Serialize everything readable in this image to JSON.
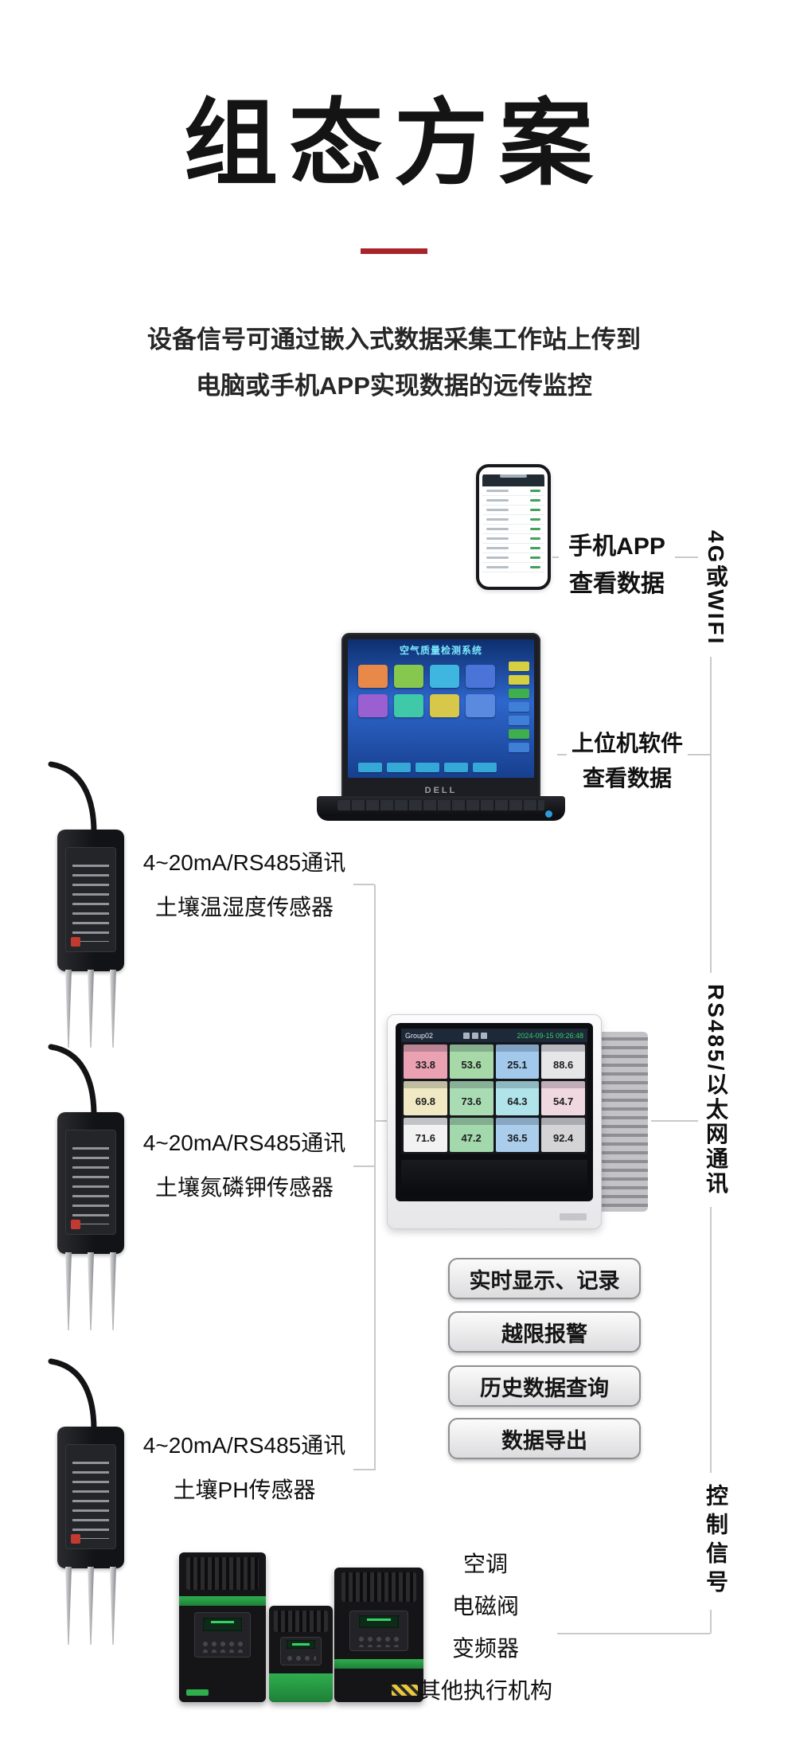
{
  "header": {
    "title": "组态方案",
    "divider_color": "#a8242b",
    "description": [
      "设备信号可通过嵌入式数据采集工作站上传到",
      "电脑或手机APP实现数据的远传监控"
    ]
  },
  "rail": {
    "segments": [
      "4G或WIFI",
      "RS485/以太网通讯",
      "控制信号"
    ]
  },
  "phone": {
    "caption": [
      "手机APP",
      "查看数据"
    ]
  },
  "laptop": {
    "screen_title": "空气质量检测系统",
    "brand": "DELL",
    "caption": [
      "上位机软件",
      "查看数据"
    ],
    "tiles": [
      "#e8894a",
      "#86c84e",
      "#3fb6df",
      "#4a74d8",
      "#9a5fd0",
      "#3fc9a8",
      "#d8c84a",
      "#5a8ae0"
    ],
    "side_buttons": [
      "#d6cf3f",
      "#d6cf3f",
      "#3fae4c",
      "#3f7fd6",
      "#3f7fd6",
      "#3fae4c",
      "#3f7fd6"
    ],
    "bottom_buttons": [
      "#35a8d8",
      "#35a8d8",
      "#35a8d8",
      "#35a8d8",
      "#35a8d8"
    ]
  },
  "sensors": [
    {
      "comm": "4~20mA/RS485通讯",
      "name": "土壤温湿度传感器"
    },
    {
      "comm": "4~20mA/RS485通讯",
      "name": "土壤氮磷钾传感器"
    },
    {
      "comm": "4~20mA/RS485通讯",
      "name": "土壤PH传感器"
    }
  ],
  "recorder": {
    "group": "Group02",
    "datetime": "2024-09-15 09:26:48",
    "tiles": [
      {
        "value": "33.8",
        "color": "#eaa2b2"
      },
      {
        "value": "53.6",
        "color": "#a6d8a8"
      },
      {
        "value": "25.1",
        "color": "#a2c8ec"
      },
      {
        "value": "88.6",
        "color": "#e6e6e8"
      },
      {
        "value": "69.8",
        "color": "#f0e9c4"
      },
      {
        "value": "73.6",
        "color": "#aadcb4"
      },
      {
        "value": "64.3",
        "color": "#b0e4ea"
      },
      {
        "value": "54.7",
        "color": "#f0d8e0"
      },
      {
        "value": "71.6",
        "color": "#f2f2f2"
      },
      {
        "value": "47.2",
        "color": "#a2d8ac"
      },
      {
        "value": "36.5",
        "color": "#aacdec"
      },
      {
        "value": "92.4",
        "color": "#d4d4d6"
      }
    ]
  },
  "features": [
    "实时显示、记录",
    "越限报警",
    "历史数据查询",
    "数据导出"
  ],
  "actuators": [
    "空调",
    "电磁阀",
    "变频器",
    "其他执行机构"
  ]
}
